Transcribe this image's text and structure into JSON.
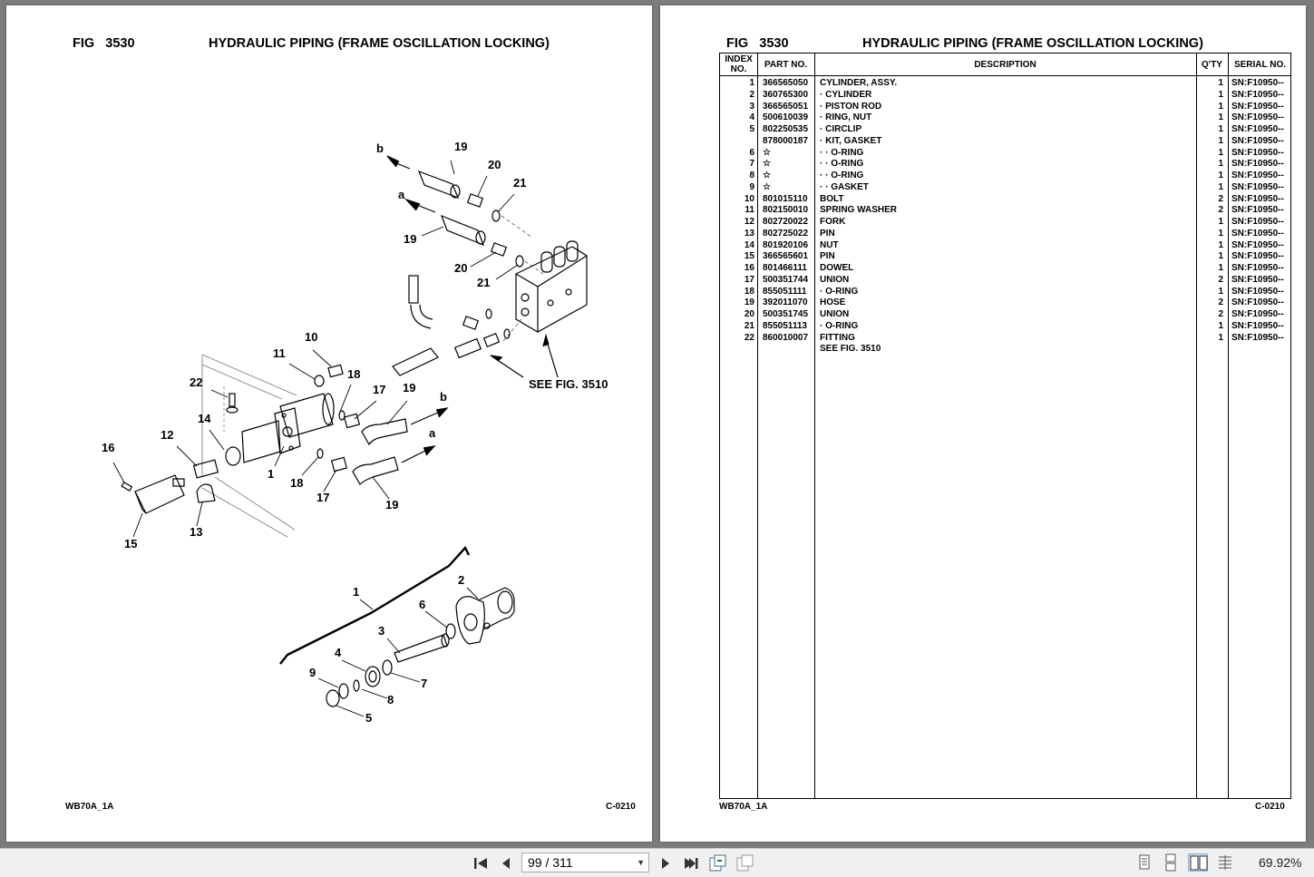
{
  "left_page": {
    "fig_label": "FIG",
    "fig_number": "3530",
    "title": "HYDRAULIC PIPING (FRAME OSCILLATION LOCKING)",
    "footer_left": "WB70A_1A",
    "footer_right": "C-0210",
    "callouts": {
      "b_top": "b",
      "n19_top": "19",
      "n20_top": "20",
      "n21_top": "21",
      "a_top": "a",
      "n19_mid": "19",
      "n20_mid": "20",
      "n21_mid": "21",
      "n10": "10",
      "n11": "11",
      "n18_top": "18",
      "n17_top": "17",
      "n19_right": "19",
      "b_right": "b",
      "n22": "22",
      "n14": "14",
      "n12": "12",
      "n16": "16",
      "n1": "1",
      "a_right": "a",
      "n18_low": "18",
      "n17_low": "17",
      "n19_low": "19",
      "n15": "15",
      "n13": "13",
      "see_fig": "SEE FIG. 3510",
      "g1": "1",
      "g2": "2",
      "g6": "6",
      "g3": "3",
      "g4": "4",
      "g7": "7",
      "g9": "9",
      "g8": "8",
      "g5": "5"
    }
  },
  "right_page": {
    "fig_label": "FIG",
    "fig_number": "3530",
    "title": "HYDRAULIC PIPING (FRAME OSCILLATION LOCKING)",
    "footer_left": "WB70A_1A",
    "footer_right": "C-0210",
    "headers": {
      "index_line1": "INDEX",
      "index_line2": "NO.",
      "part_no": "PART NO.",
      "description": "DESCRIPTION",
      "qty": "Q'TY",
      "serial_no": "SERIAL NO."
    },
    "rows": [
      {
        "index": "1",
        "part": "366565050",
        "desc": "CYLINDER, ASSY.",
        "qty": "1",
        "serial": "SN:F10950--"
      },
      {
        "index": "2",
        "part": "360765300",
        "desc": "·  CYLINDER",
        "qty": "1",
        "serial": "SN:F10950--"
      },
      {
        "index": "3",
        "part": "366565051",
        "desc": "·  PISTON ROD",
        "qty": "1",
        "serial": "SN:F10950--"
      },
      {
        "index": "4",
        "part": "500610039",
        "desc": "·  RING, NUT",
        "qty": "1",
        "serial": "SN:F10950--"
      },
      {
        "index": "5",
        "part": "802250535",
        "desc": "·  CIRCLIP",
        "qty": "1",
        "serial": "SN:F10950--"
      },
      {
        "index": "",
        "part": "878000187",
        "desc": "·  KIT, GASKET",
        "qty": "1",
        "serial": "SN:F10950--"
      },
      {
        "index": "6",
        "part": "☆",
        "desc": "·  ·  O-RING",
        "qty": "1",
        "serial": "SN:F10950--"
      },
      {
        "index": "7",
        "part": "☆",
        "desc": "·  ·  O-RING",
        "qty": "1",
        "serial": "SN:F10950--"
      },
      {
        "index": "8",
        "part": "☆",
        "desc": "·  ·  O-RING",
        "qty": "1",
        "serial": "SN:F10950--"
      },
      {
        "index": "9",
        "part": "☆",
        "desc": "·  ·  GASKET",
        "qty": "1",
        "serial": "SN:F10950--"
      },
      {
        "index": "10",
        "part": "801015110",
        "desc": "BOLT",
        "qty": "2",
        "serial": "SN:F10950--"
      },
      {
        "index": "11",
        "part": "802150010",
        "desc": "SPRING WASHER",
        "qty": "2",
        "serial": "SN:F10950--"
      },
      {
        "index": "12",
        "part": "802720022",
        "desc": "FORK",
        "qty": "1",
        "serial": "SN:F10950--"
      },
      {
        "index": "13",
        "part": "802725022",
        "desc": "PIN",
        "qty": "1",
        "serial": "SN:F10950--"
      },
      {
        "index": "14",
        "part": "801920106",
        "desc": "NUT",
        "qty": "1",
        "serial": "SN:F10950--"
      },
      {
        "index": "15",
        "part": "366565601",
        "desc": "PIN",
        "qty": "1",
        "serial": "SN:F10950--"
      },
      {
        "index": "16",
        "part": "801466111",
        "desc": "DOWEL",
        "qty": "1",
        "serial": "SN:F10950--"
      },
      {
        "index": "17",
        "part": "500351744",
        "desc": "UNION",
        "qty": "2",
        "serial": "SN:F10950--"
      },
      {
        "index": "18",
        "part": "855051111",
        "desc": "·  O-RING",
        "qty": "1",
        "serial": "SN:F10950--"
      },
      {
        "index": "19",
        "part": "392011070",
        "desc": "HOSE",
        "qty": "2",
        "serial": "SN:F10950--"
      },
      {
        "index": "20",
        "part": "500351745",
        "desc": "UNION",
        "qty": "2",
        "serial": "SN:F10950--"
      },
      {
        "index": "21",
        "part": "855051113",
        "desc": "·  O-RING",
        "qty": "1",
        "serial": "SN:F10950--"
      },
      {
        "index": "22",
        "part": "860010007",
        "desc": "FITTING",
        "qty": "1",
        "serial": "SN:F10950--"
      },
      {
        "index": "",
        "part": "",
        "desc": "SEE FIG. 3510",
        "qty": "",
        "serial": ""
      }
    ]
  },
  "toolbar": {
    "page_indicator": "99 / 311",
    "zoom": "69.92%",
    "icons": [
      "first-page-icon",
      "prev-page-icon",
      "next-page-icon",
      "last-page-icon",
      "rotate-page-icon",
      "copy-page-icon",
      "single-page-view-icon",
      "continuous-view-icon",
      "two-page-view-icon",
      "fit-width-view-icon"
    ]
  }
}
